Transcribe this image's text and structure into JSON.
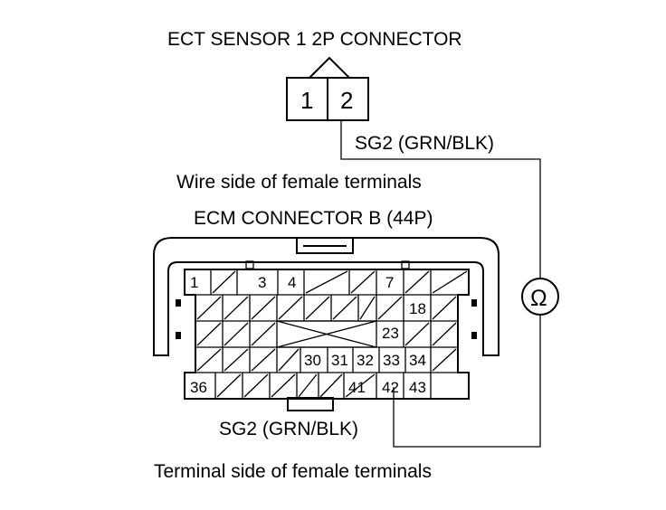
{
  "labels": {
    "ect_connector": "ECT SENSOR 1 2P CONNECTOR",
    "wire_side": "Wire side of female terminals",
    "ecm_connector": "ECM CONNECTOR B (44P)",
    "sg2_top": "SG2 (GRN/BLK)",
    "sg2_bottom": "SG2 (GRN/BLK)",
    "terminal_side": "Terminal side of female terminals",
    "ohm_symbol": "Ω"
  },
  "ect_pins": [
    "1",
    "2"
  ],
  "ecm_pins": {
    "p1": "1",
    "p3": "3",
    "p4": "4",
    "p7": "7",
    "p18": "18",
    "p23": "23",
    "p30": "30",
    "p31": "31",
    "p32": "32",
    "p33": "33",
    "p34": "34",
    "p36": "36",
    "p41": "41",
    "p42": "42",
    "p43": "43"
  }
}
